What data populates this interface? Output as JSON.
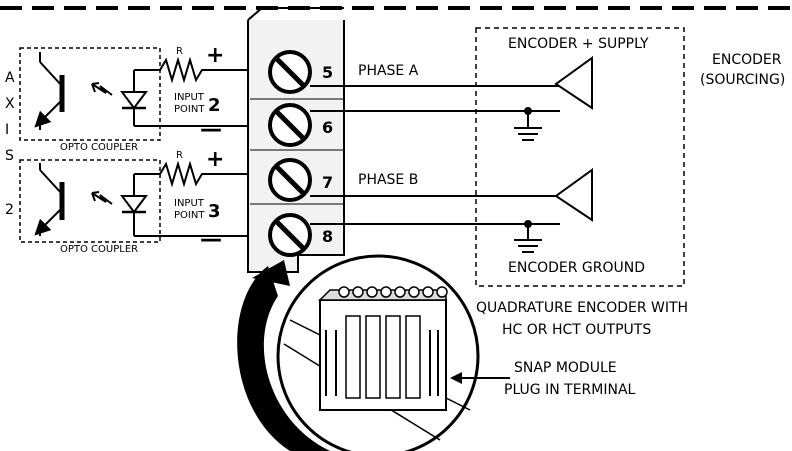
{
  "axis_label": [
    "A",
    "X",
    "I",
    "S",
    "2"
  ],
  "couplers": [
    {
      "caption": "OPTO COUPLER",
      "resistor": "R",
      "plus": "+",
      "minus": "—",
      "input_word1": "INPUT",
      "input_word2": "POINT",
      "input_number": "2"
    },
    {
      "caption": "OPTO COUPLER",
      "resistor": "R",
      "plus": "+",
      "minus": "—",
      "input_word1": "INPUT",
      "input_word2": "POINT",
      "input_number": "3"
    }
  ],
  "terminals": [
    "5",
    "6",
    "7",
    "8"
  ],
  "phases": [
    "PHASE A",
    "PHASE B"
  ],
  "encoder": {
    "supply": "ENCODER + SUPPLY",
    "ground": "ENCODER GROUND",
    "title_line1": "ENCODER",
    "title_line2": "(SOURCING)"
  },
  "quadrature": {
    "line1": "QUADRATURE ENCODER WITH",
    "line2": "HC OR HCT OUTPUTS"
  },
  "snap": {
    "line1": "SNAP MODULE",
    "line2": "PLUG IN TERMINAL"
  },
  "colors": {
    "ink": "#000000",
    "paper": "#ffffff",
    "panel": "#f2f2f2"
  }
}
